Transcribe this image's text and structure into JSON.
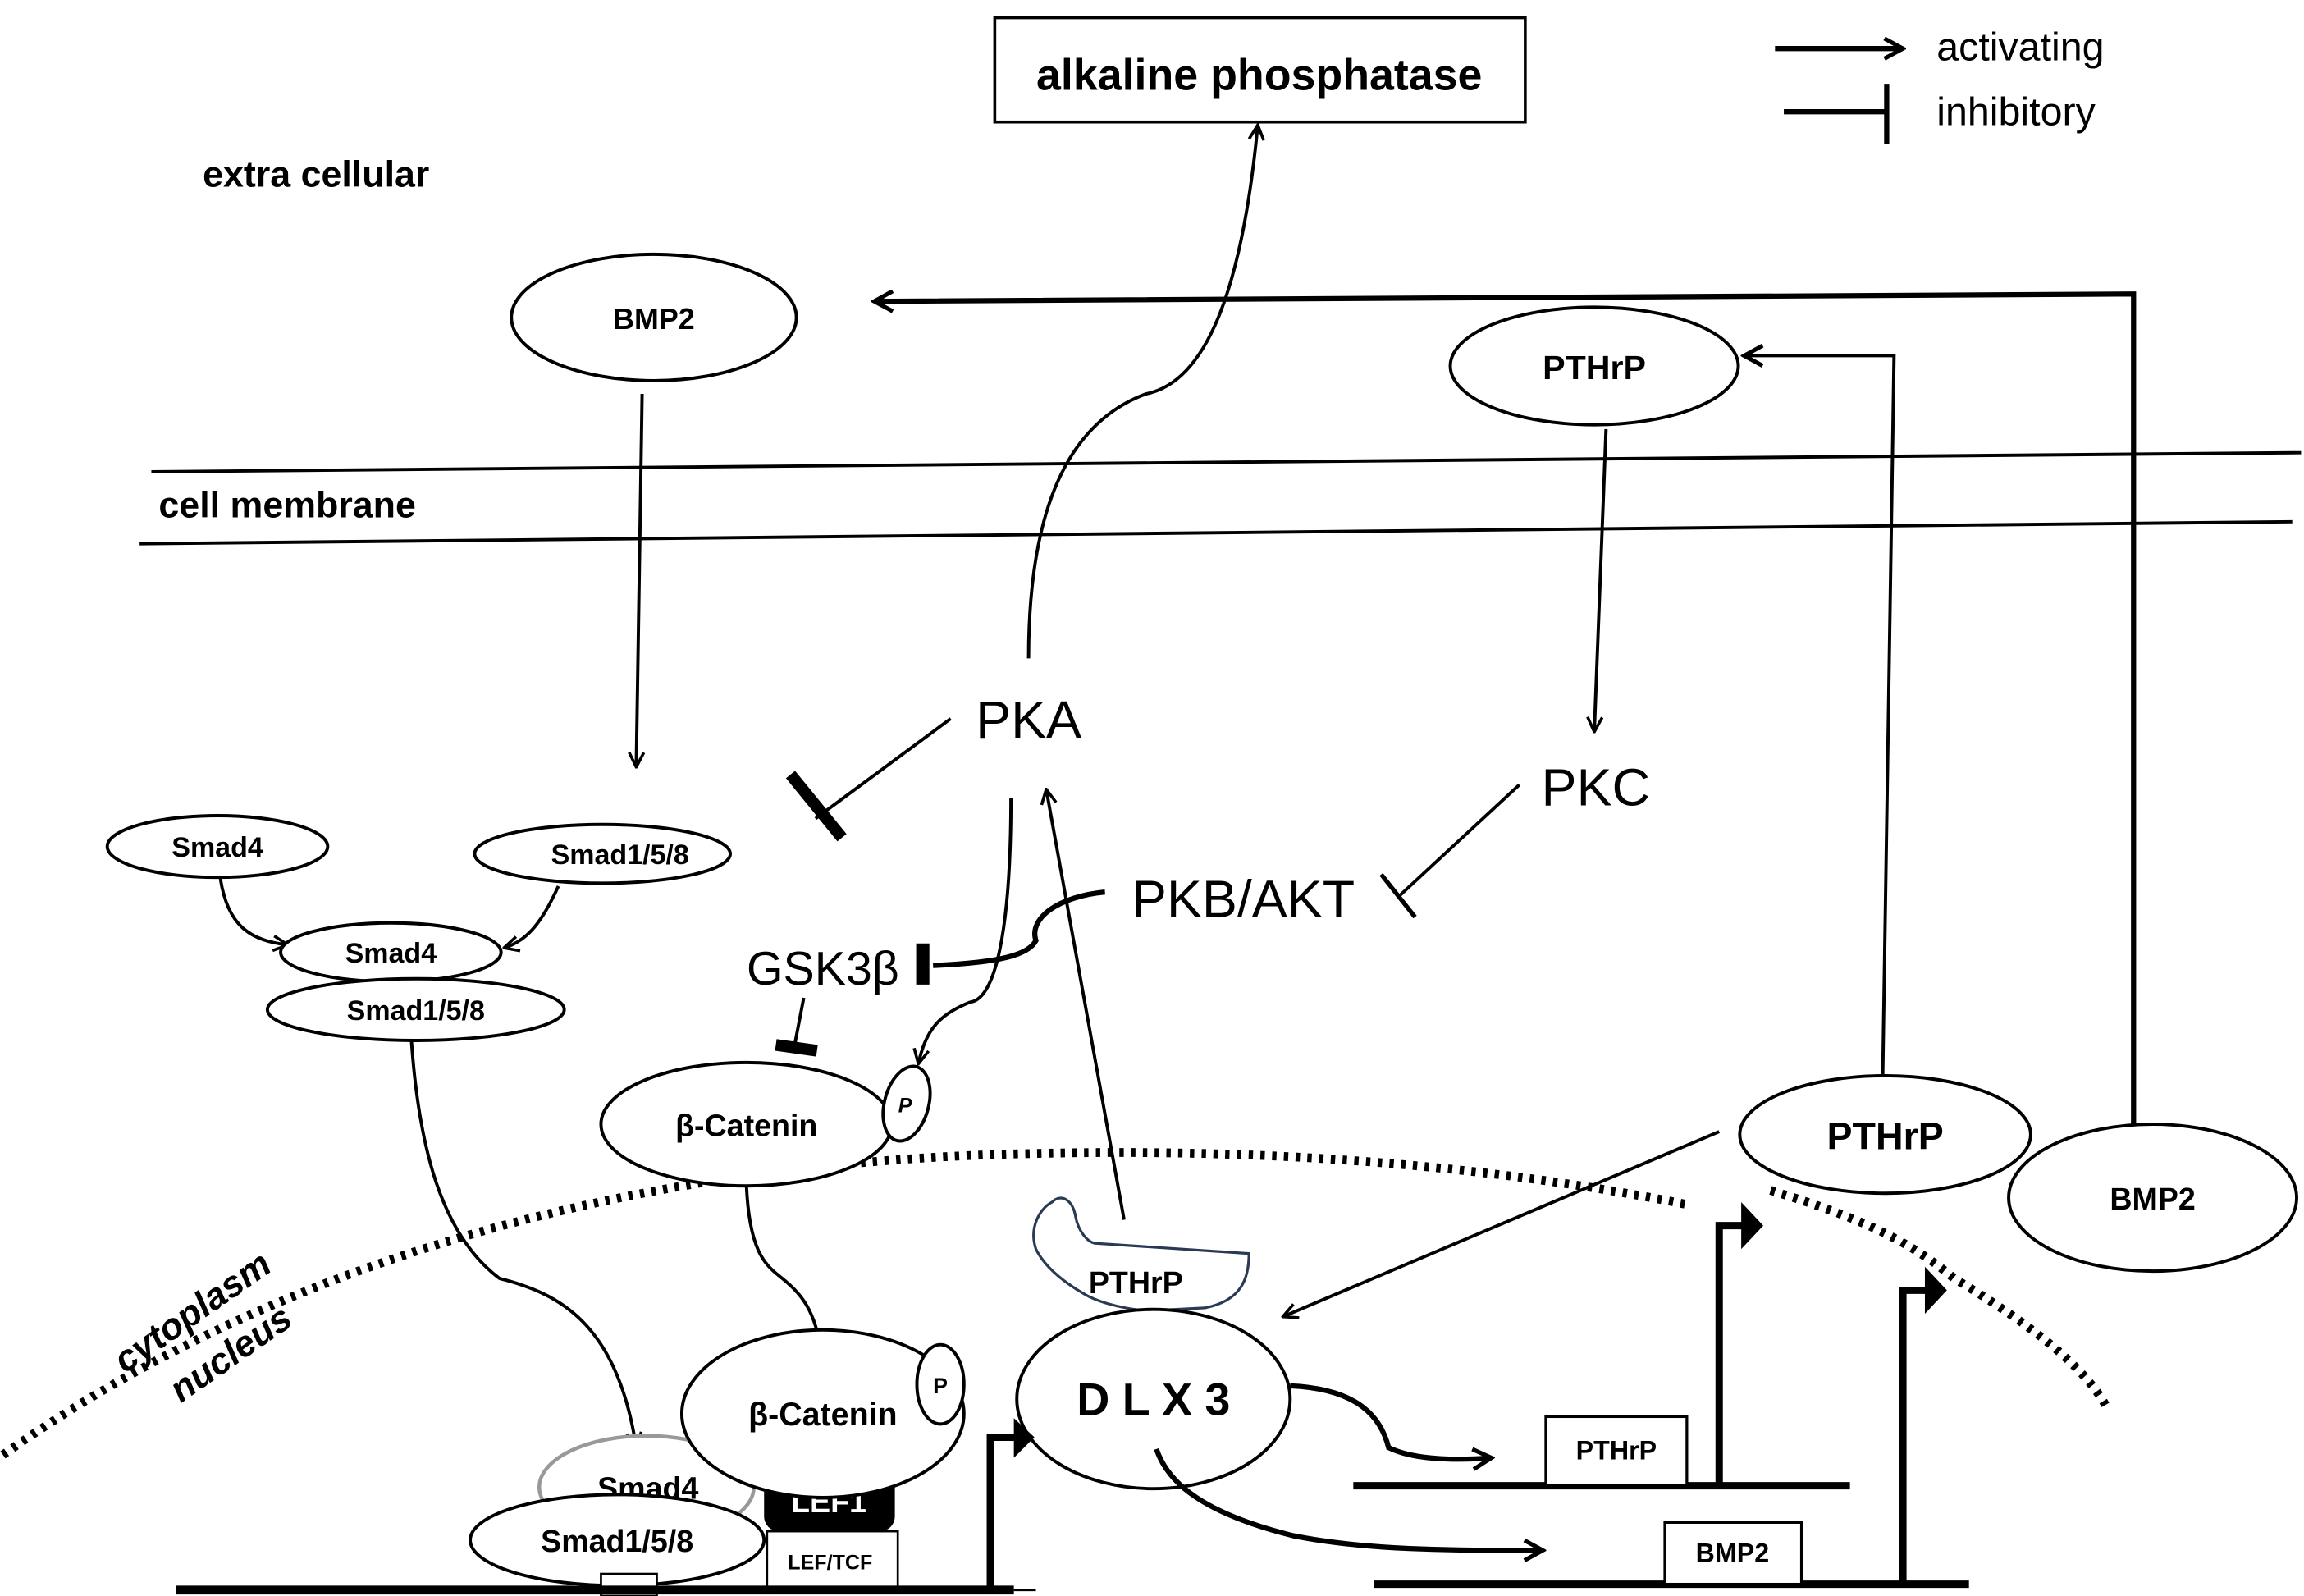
{
  "legend": {
    "activating": "activating",
    "inhibitory": "inhibitory"
  },
  "regions": {
    "extracellular": "extra cellular",
    "membrane": "cell membrane",
    "cytoplasm": "cytoplasm",
    "nucleus": "nucleus"
  },
  "nodes": {
    "alp": "alkaline phosphatase",
    "bmp2_ext": "BMP2",
    "pthrp_ext": "PTHrP",
    "pka": "PKA",
    "pkc": "PKC",
    "pkbakt": "PKB/AKT",
    "gsk3b": "GSK3β",
    "smad4_a": "Smad4",
    "smad158_a": "Smad1/5/8",
    "smad4_b": "Smad4",
    "smad158_b": "Smad1/5/8",
    "bcat_cyto": "β-Catenin",
    "p_cyto": "P",
    "pthrp_cyto": "PTHrP",
    "bmp2_cyto": "BMP2",
    "pthrp_shape": "PTHrP",
    "dlx3": "D L X 3",
    "bcat_nuc": "β-Catenin",
    "p_nuc": "P",
    "lef1": "LEF1",
    "leftcf": "LEF/TCF",
    "smad4_nuc": "Smad4",
    "smad158_nuc": "Smad1/5/8",
    "gene_pthrp": "PTHrP",
    "gene_bmp2": "BMP2"
  }
}
